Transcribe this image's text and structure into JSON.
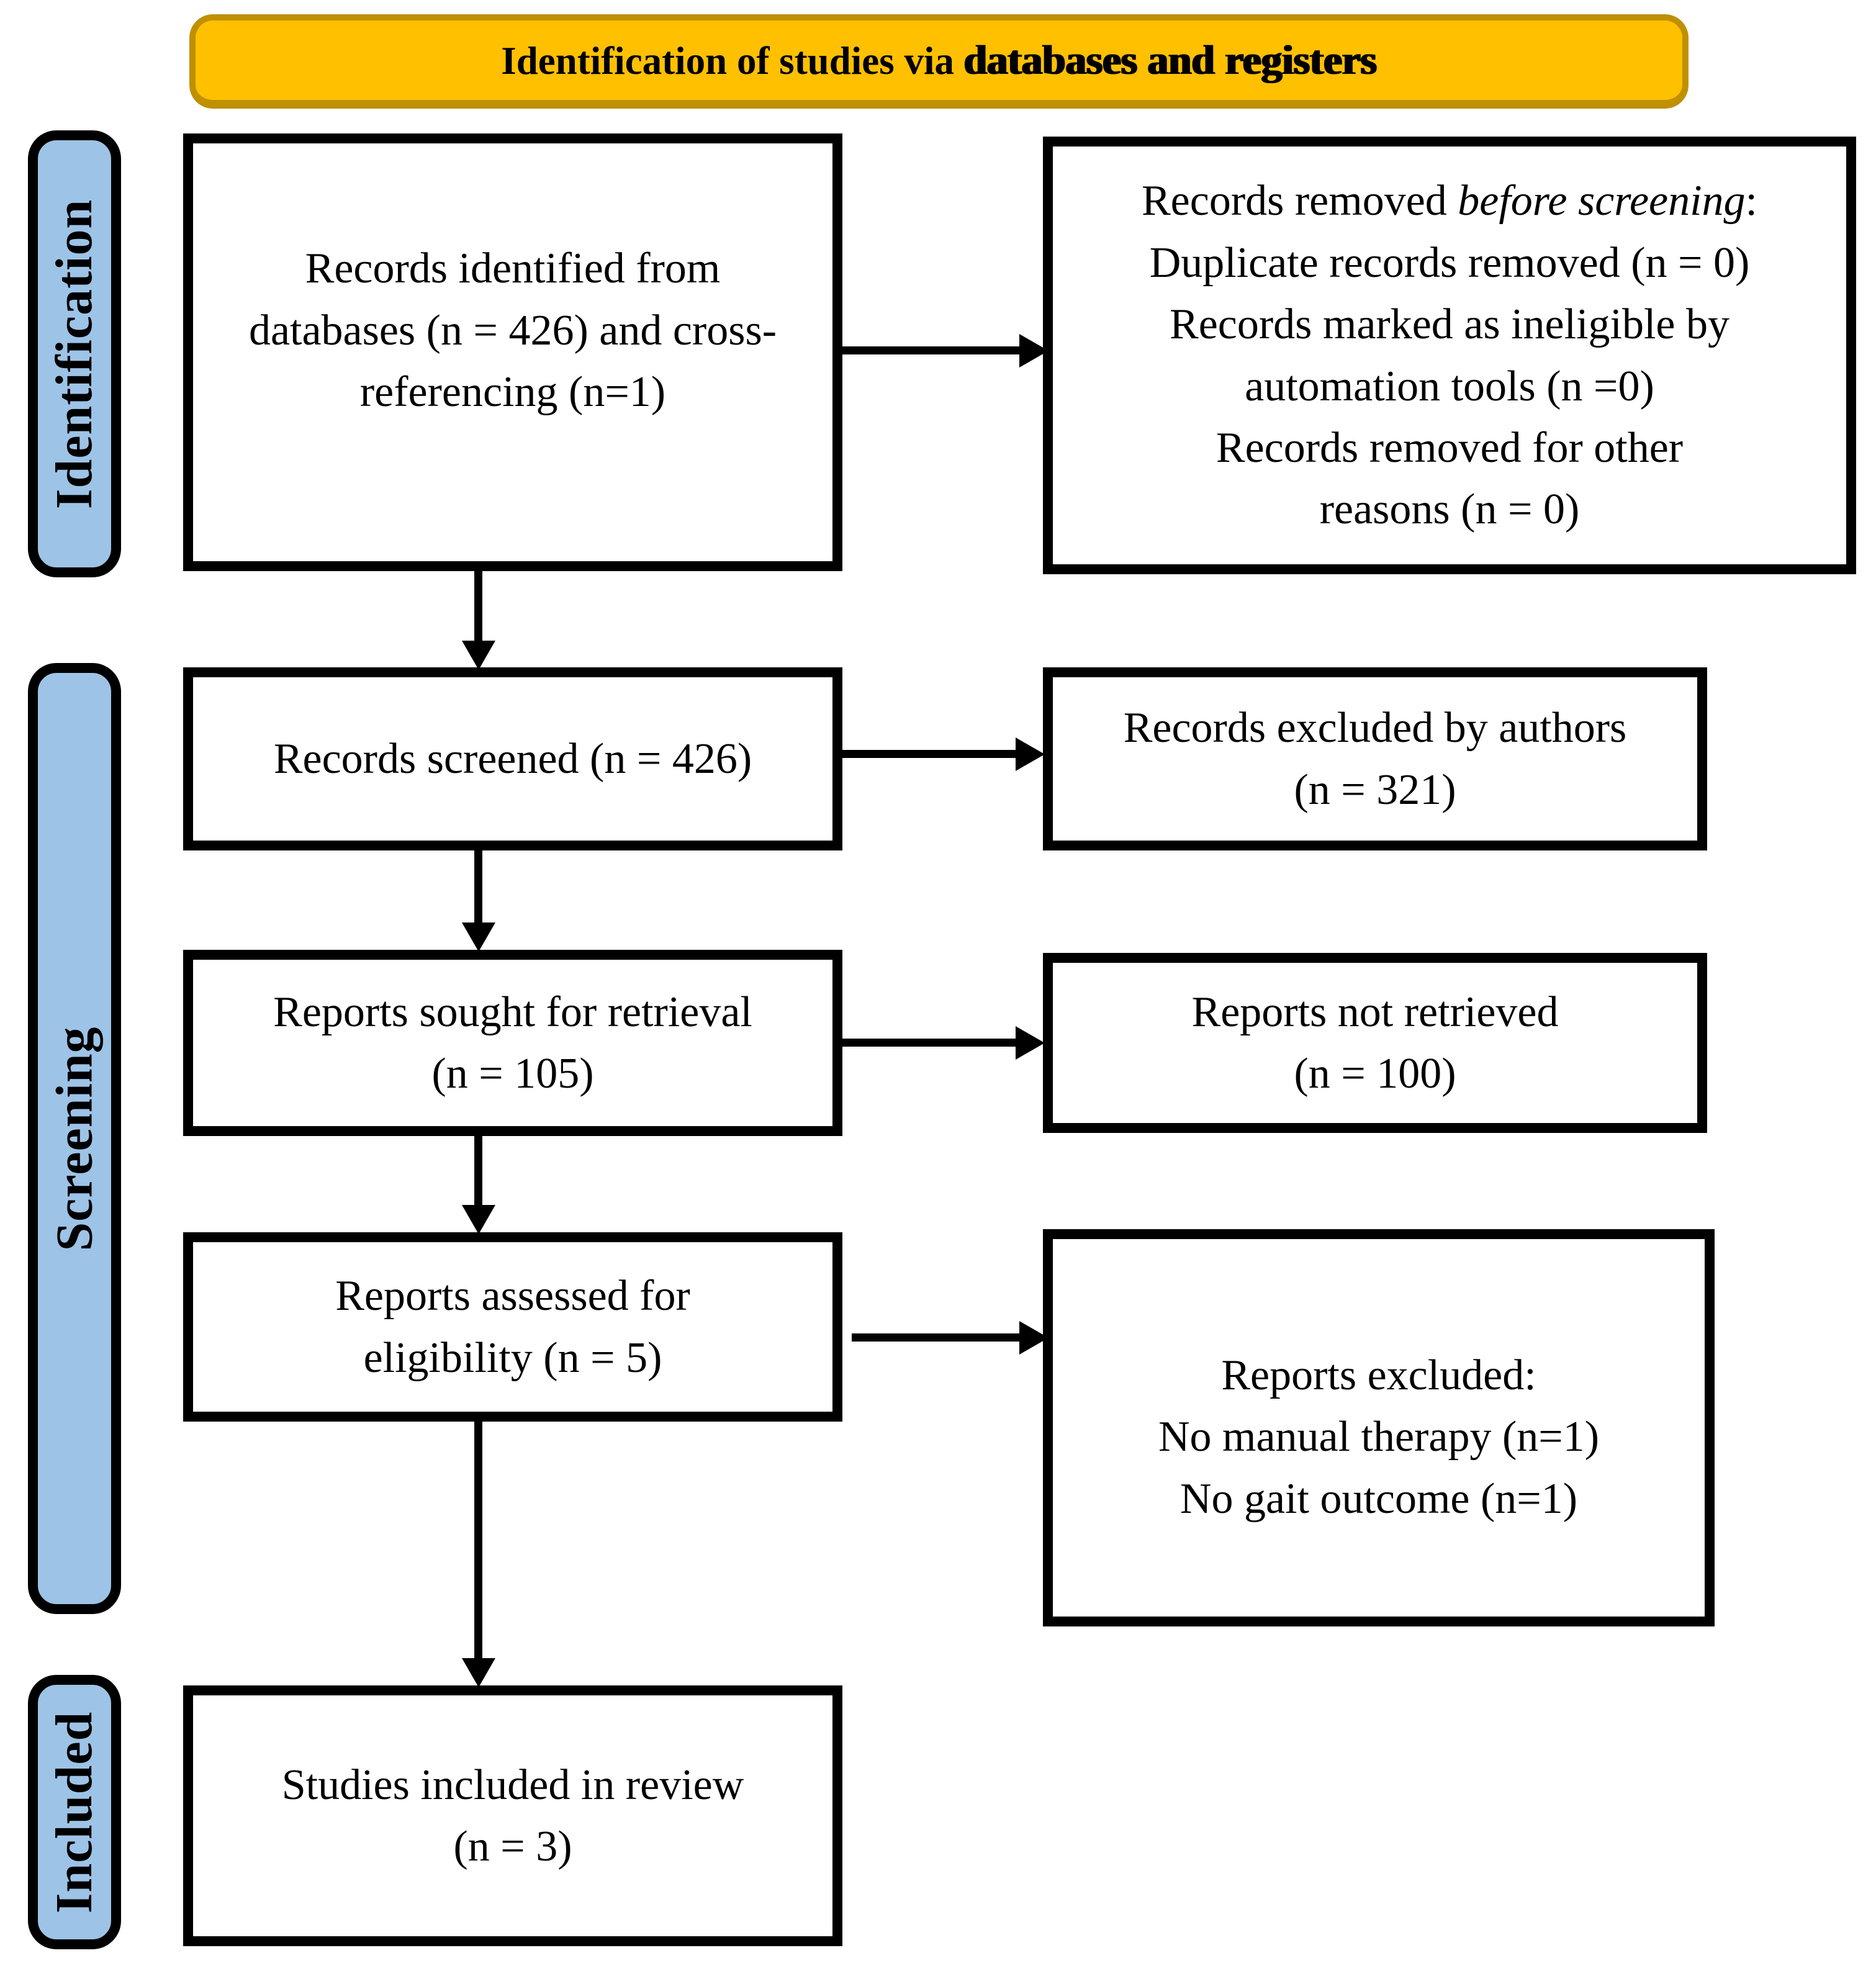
{
  "title": "PRISMA flow diagram",
  "colors": {
    "banner_fill": "#FFC000",
    "banner_border": "#BF9000",
    "stage_fill": "#9DC3E6",
    "stage_border": "#000000",
    "box_border": "#000000",
    "arrow": "#000000"
  },
  "banner": {
    "regular": "Identification of studies via ",
    "bold": "databases and registers"
  },
  "stages": [
    {
      "label": "Identification"
    },
    {
      "label": "Screening"
    },
    {
      "label": "Included"
    }
  ],
  "boxes": {
    "identified": {
      "lines": [
        "Records identified from",
        "databases (n = 426) and cross-",
        "referencing (n=1)"
      ]
    },
    "removed": {
      "line1_prefix": "Records removed ",
      "line1_italic": "before screening",
      "line1_suffix": ":",
      "lines": [
        "Duplicate records removed (n = 0)",
        "Records marked as ineligible by",
        "automation tools (n =0)",
        "Records removed for other",
        "reasons (n = 0)"
      ]
    },
    "screened": {
      "lines": [
        "Records screened (n = 426)"
      ]
    },
    "excluded_authors": {
      "lines": [
        "Records excluded by authors",
        "(n = 321)"
      ]
    },
    "sought": {
      "lines": [
        "Reports sought for retrieval",
        "(n = 105)"
      ]
    },
    "not_retrieved": {
      "lines": [
        "Reports not retrieved",
        "(n = 100)"
      ]
    },
    "assessed": {
      "lines": [
        "Reports assessed for",
        "eligibility (n = 5)"
      ]
    },
    "reports_excluded": {
      "lines": [
        "Reports excluded:",
        "No manual therapy (n=1)",
        "No gait outcome (n=1)"
      ]
    },
    "included": {
      "lines": [
        "Studies included in review",
        "(n = 3)"
      ]
    }
  }
}
